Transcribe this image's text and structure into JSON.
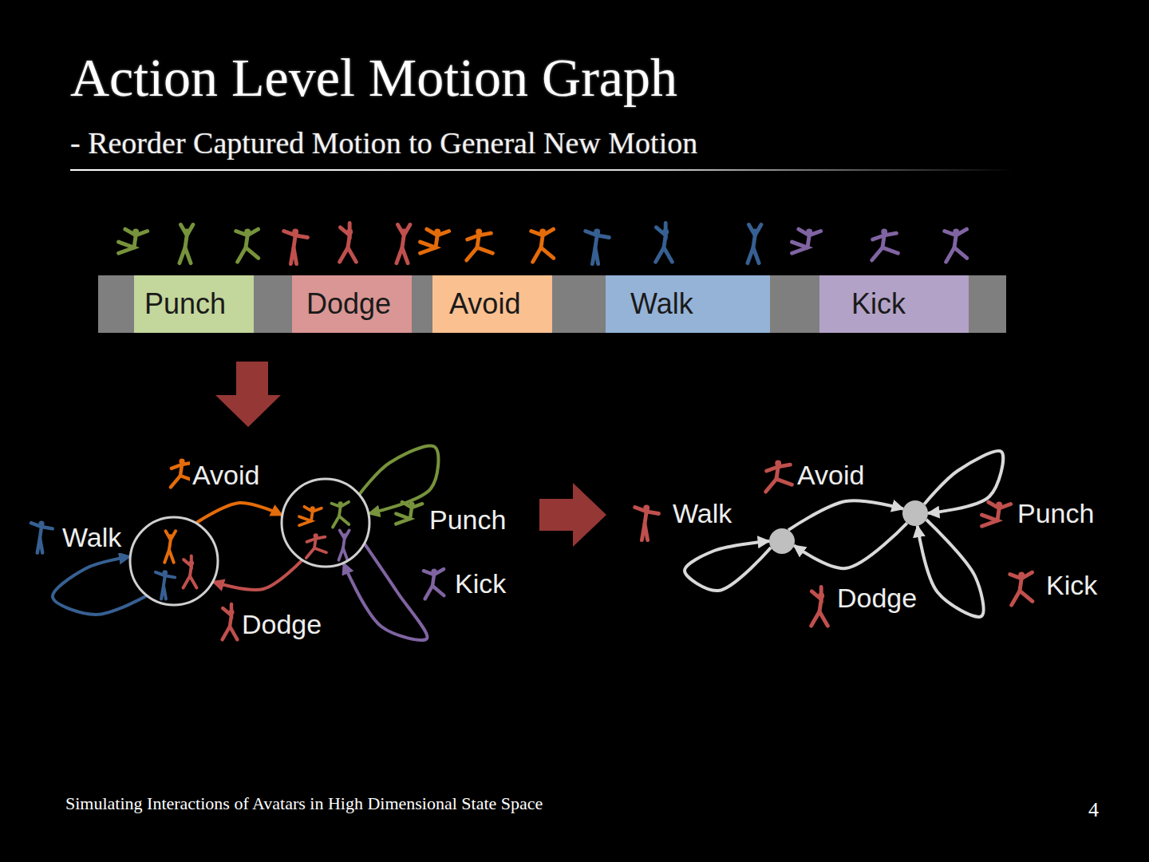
{
  "diagram": {
    "title": "Action Level Motion Graph",
    "nodes": [
      {
        "text": [
          "Punch"
        ]
      },
      {
        "text": [
          "Dodge"
        ]
      },
      {
        "text": [
          "Avoid"
        ]
      },
      {
        "text": [
          "Walk"
        ]
      },
      {
        "text": [
          "Kick"
        ]
      },
      {
        "text": []
      },
      {
        "text": []
      },
      {
        "text": []
      },
      {
        "text": []
      }
    ],
    "edges": [
      {
        "from": 5,
        "to": 6,
        "arrow": "to",
        "label": "Avoid"
      },
      {
        "from": 6,
        "to": 6,
        "arrow": "to",
        "label": "Punch"
      },
      {
        "from": 6,
        "to": 6,
        "arrow": "to",
        "label": "Kick"
      },
      {
        "from": 6,
        "to": 5,
        "arrow": "to",
        "label": "Dodge"
      },
      {
        "from": 5,
        "to": 5,
        "arrow": "to",
        "label": "Walk"
      },
      {
        "from": 7,
        "to": 8,
        "arrow": "to",
        "label": "Avoid"
      },
      {
        "from": 8,
        "to": 8,
        "arrow": "to",
        "label": "Punch"
      },
      {
        "from": 8,
        "to": 8,
        "arrow": "to",
        "label": "Kick"
      },
      {
        "from": 8,
        "to": 7,
        "arrow": "to",
        "label": "Dodge"
      },
      {
        "from": 7,
        "to": 7,
        "arrow": "to",
        "label": "Walk"
      }
    ],
    "labels": [
      "- Reorder Captured Motion to General New Motion",
      "Simulating Interactions of Avatars in High Dimensional State Space",
      "4"
    ]
  }
}
